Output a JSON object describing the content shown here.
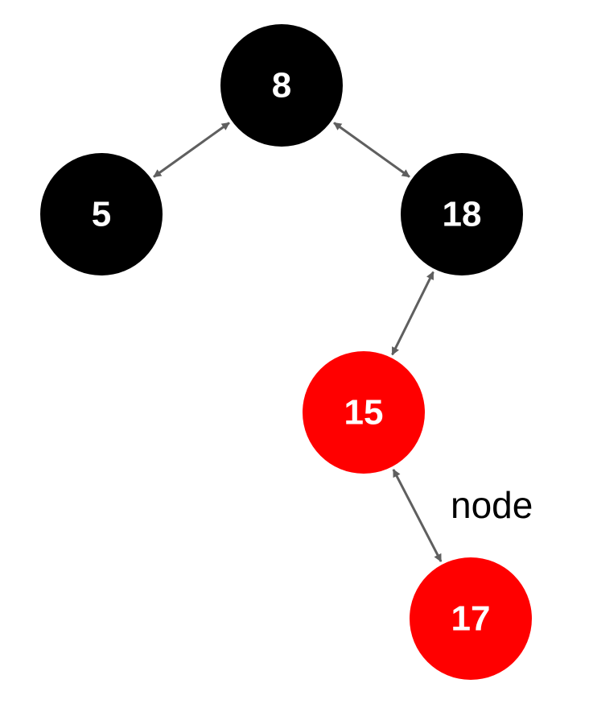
{
  "diagram": {
    "nodes": [
      {
        "id": "n8",
        "label": "8",
        "color": "#000000"
      },
      {
        "id": "n5",
        "label": "5",
        "color": "#000000"
      },
      {
        "id": "n18",
        "label": "18",
        "color": "#000000"
      },
      {
        "id": "n15",
        "label": "15",
        "color": "#ff0000"
      },
      {
        "id": "n17",
        "label": "17",
        "color": "#ff0000"
      }
    ],
    "edges": [
      {
        "from": "n8",
        "to": "n5"
      },
      {
        "from": "n8",
        "to": "n18"
      },
      {
        "from": "n18",
        "to": "n15"
      },
      {
        "from": "n15",
        "to": "n17"
      }
    ],
    "edge_color": "#5f5f5f",
    "annotation": "node"
  }
}
